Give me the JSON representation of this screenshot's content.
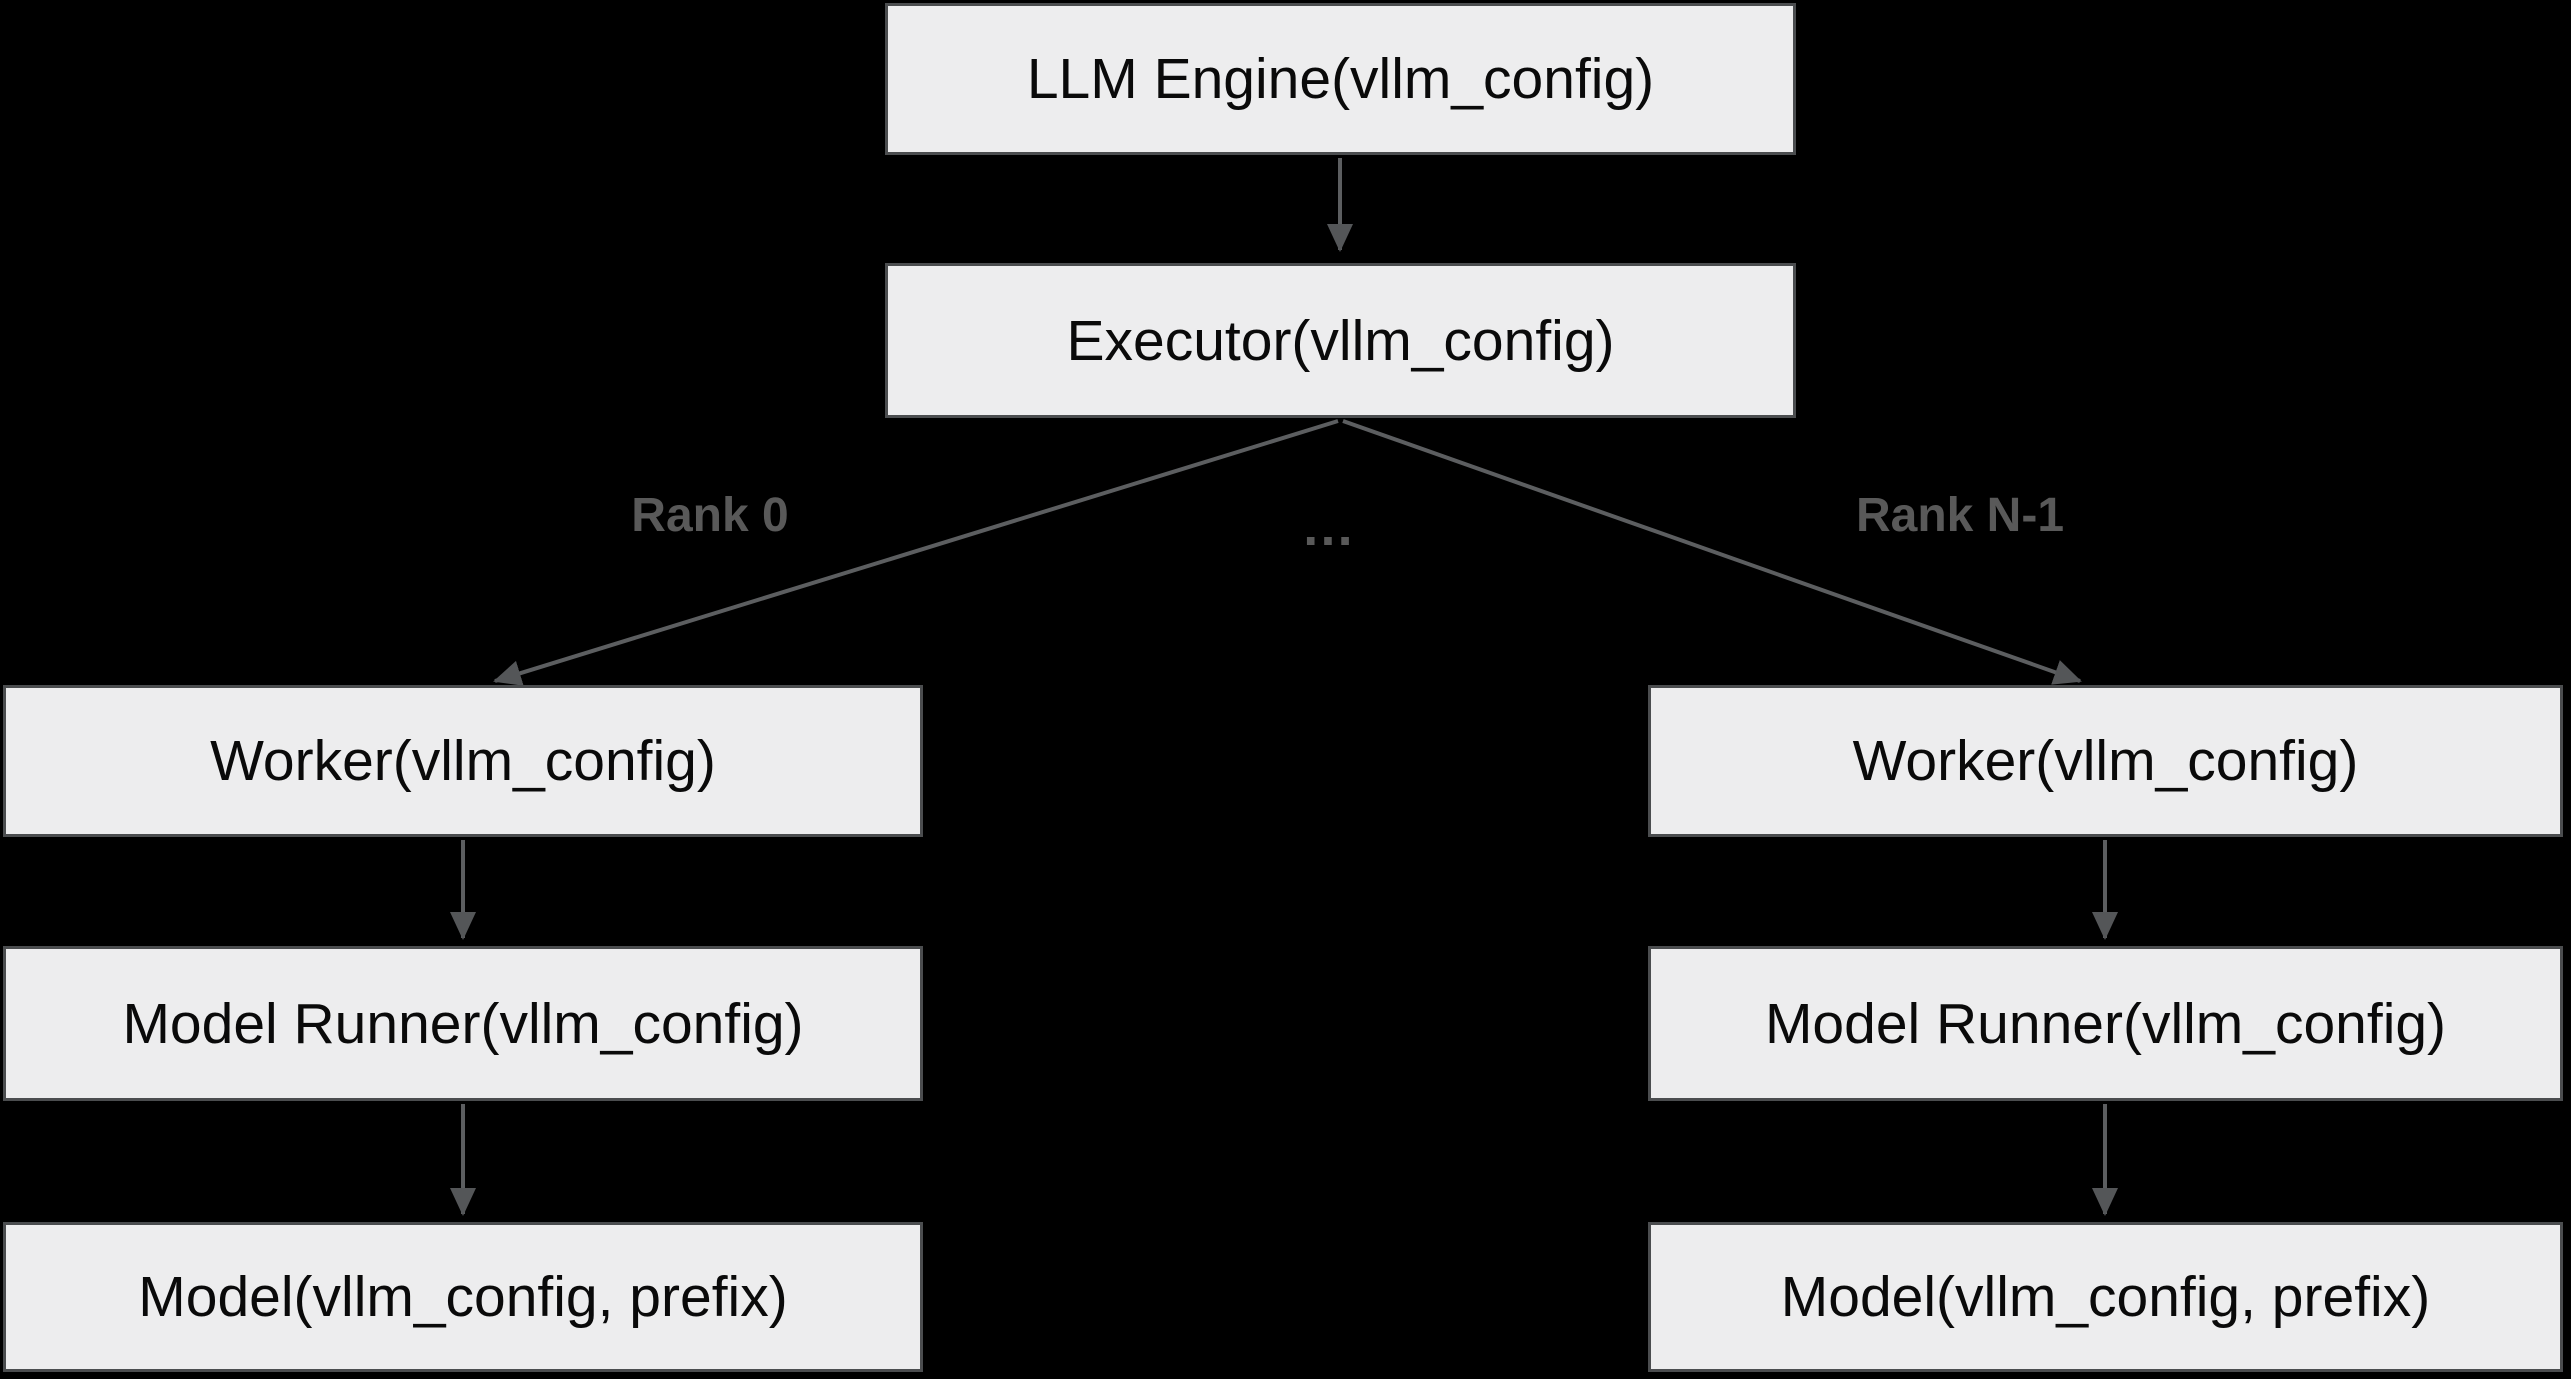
{
  "colors": {
    "background": "#000000",
    "box_fill": "#ededee",
    "box_border": "#4b4d4f",
    "box_text": "#0a0a0a",
    "edge_line": "#5c5e60",
    "arrowhead": "#545658",
    "edge_label_text": "#595959"
  },
  "nodes": {
    "llm_engine": {
      "label": "LLM Engine(vllm_config)"
    },
    "executor": {
      "label": "Executor(vllm_config)"
    },
    "worker_left": {
      "label": "Worker(vllm_config)"
    },
    "worker_right": {
      "label": "Worker(vllm_config)"
    },
    "model_runner_left": {
      "label": "Model Runner(vllm_config)"
    },
    "model_runner_right": {
      "label": "Model Runner(vllm_config)"
    },
    "model_left": {
      "label": "Model(vllm_config, prefix)"
    },
    "model_right": {
      "label": "Model(vllm_config, prefix)"
    }
  },
  "edge_labels": {
    "rank_0": "Rank 0",
    "ellipsis": "…",
    "rank_n_1": "Rank N-1"
  }
}
